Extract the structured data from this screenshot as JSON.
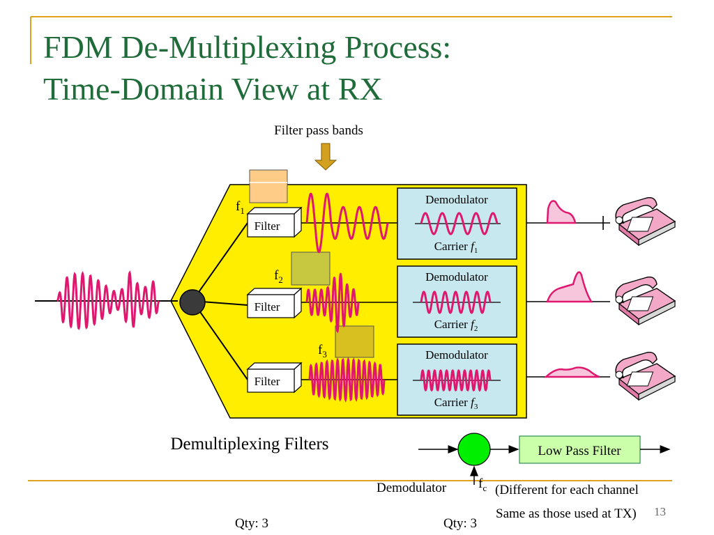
{
  "slide": {
    "title_line1": "FDM De-Multiplexing Process:",
    "title_line2": "Time-Domain View at RX",
    "page_number": "13"
  },
  "diagram": {
    "filter_pass_bands_label": "Filter pass bands",
    "filter_label": "Filter",
    "demodulator_label": "Demodulator",
    "carrier_label": "Carrier",
    "band_labels": [
      "f",
      "f",
      "f"
    ],
    "band_subscripts": [
      "1",
      "2",
      "3"
    ],
    "carrier_symbol": "f",
    "demux_filters_label": "Demultiplexing Filters",
    "low_pass_filter_label": "Low Pass Filter",
    "demodulator_caption": "Demodulator",
    "fc_label": "f",
    "fc_subscript": "c",
    "note_line1": "(Different for each channel",
    "note_line2": "Same as those used at TX)",
    "qty_left": "Qty: 3",
    "qty_right": "Qty: 3"
  },
  "colors": {
    "title": "#1f6b3a",
    "accent_line": "#e0a020",
    "panel_fill": "#ffee00",
    "demod_box_fill": "#c8e8f0",
    "signal_color": "#e0176e",
    "band1_fill": "#ffcc88",
    "band2_fill": "#c8c840",
    "band3_fill": "#d8c020",
    "node_fill": "#3a3a3a",
    "green_node": "#00ee00",
    "lpf_fill": "#ccffaa"
  }
}
